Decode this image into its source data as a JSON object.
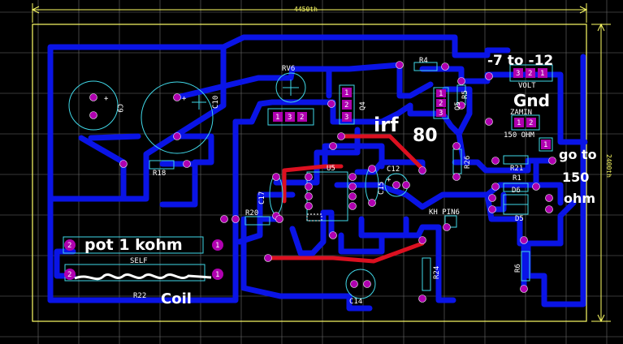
{
  "dimensions": {
    "width_label": "4450th",
    "height_label": "2400th"
  },
  "components": {
    "C9": "C9",
    "C10": "C10",
    "RV6": "RV6",
    "R4": "R4",
    "R5": "R5",
    "Q4": "Q4",
    "Q5": "Q5",
    "R18": "R18",
    "U5": "U5",
    "C12": "C12",
    "C17": "C17",
    "C15": "C15",
    "R26": "R26",
    "R21": "R21",
    "R1": "R1",
    "D6": "D6",
    "D5": "D5",
    "R20": "R20",
    "KH_PIN6": "KH PIN6",
    "R24": "R24",
    "R6": "R6",
    "C14": "C14",
    "SELF": "SELF",
    "R22": "R22",
    "VOLT": "VOLT",
    "ZAMIN": "ZAMIN",
    "OHM150": "150 OHM"
  },
  "pins": {
    "rv6": [
      "1",
      "3",
      "2"
    ],
    "q4": [
      "1",
      "2",
      "3"
    ],
    "q5": [
      "1",
      "2",
      "3"
    ],
    "volt": [
      "3",
      "2",
      "1"
    ],
    "zamin": [
      "1",
      "2"
    ],
    "ohm": "1",
    "self": [
      "2",
      "1"
    ],
    "r22": [
      "2",
      "1"
    ],
    "c9": "+",
    "c10": "+",
    "c12": "+"
  },
  "handwritten": {
    "voltage": "-7 to -12",
    "gnd": "Gnd",
    "irf": "irf",
    "eighty": "80",
    "goto": "go to",
    "ohm150": "150",
    "ohm": "ohm",
    "pot": "pot 1 kohm",
    "coil": "Coil"
  },
  "colors": {
    "background": "#000000",
    "bottom_trace": "#0a14e6",
    "top_trace": "#dc1020",
    "pad": "#b000b0",
    "silkscreen": "#40d8e8",
    "outline": "#ffff66",
    "grid": "#6e6e6e"
  }
}
